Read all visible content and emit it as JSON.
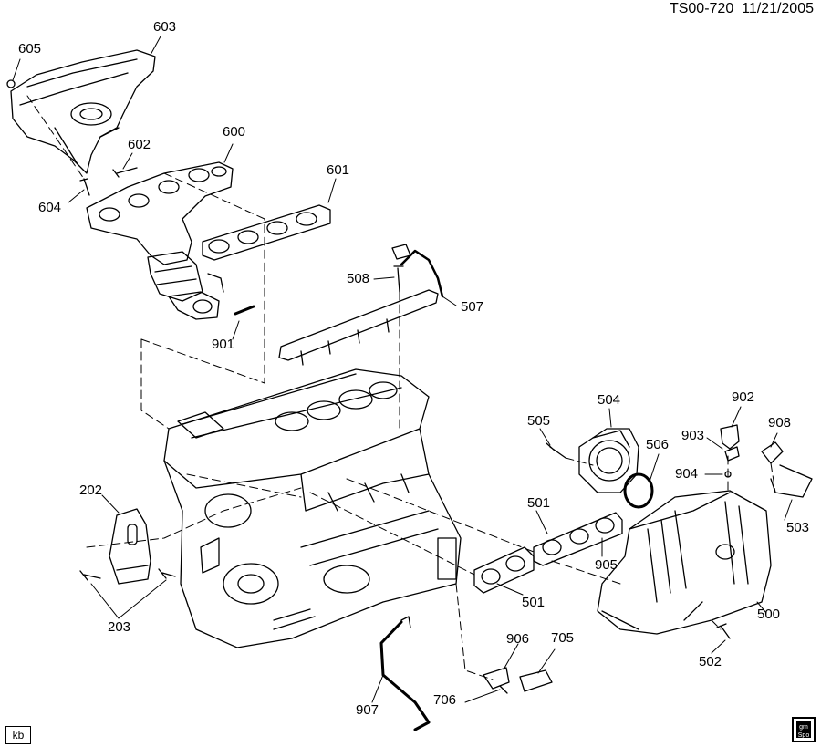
{
  "header": {
    "code": "TS00-720",
    "date": "11/21/2005"
  },
  "footer": {
    "initials": "kb",
    "logo_name": "gm-spo-logo"
  },
  "callouts": {
    "c605": "605",
    "c603": "603",
    "c602": "602",
    "c600": "600",
    "c601": "601",
    "c604": "604",
    "c508": "508",
    "c507": "507",
    "c901": "901",
    "c504": "504",
    "c902": "902",
    "c505": "505",
    "c903": "903",
    "c908": "908",
    "c506": "506",
    "c904": "904",
    "c202": "202",
    "c501a": "501",
    "c501b": "501",
    "c503": "503",
    "c905": "905",
    "c500": "500",
    "c203": "203",
    "c906": "906",
    "c705": "705",
    "c502": "502",
    "c706": "706",
    "c907": "907"
  },
  "colors": {
    "line": "#000000",
    "background": "#ffffff"
  }
}
